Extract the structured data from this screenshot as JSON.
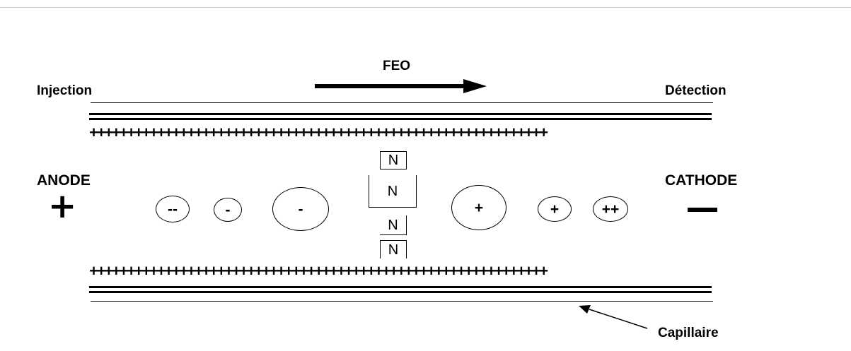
{
  "labels": {
    "feo": "FEO",
    "injection": "Injection",
    "detection": "Détection",
    "anode": "ANODE",
    "cathode": "CATHODE",
    "capillaire": "Capillaire",
    "anode_sign": "+",
    "cathode_sign": "—"
  },
  "wall": {
    "top_minus": "------------------------------------------------------------------------------------------",
    "top_plus": "+++++++++++++++++++++++++++++++++++++++++++++++++++++++++++++",
    "bottom_plus": "+++++++++++++++++++++++++++++++++++++++++++++++++++++++++++++",
    "bottom_minus": "------------------------------------------------------------------------------------------"
  },
  "anions": [
    "--",
    "-",
    "-"
  ],
  "cations": [
    "+",
    "+",
    "++"
  ],
  "neutrals": [
    "N",
    "N",
    "N",
    "N"
  ]
}
